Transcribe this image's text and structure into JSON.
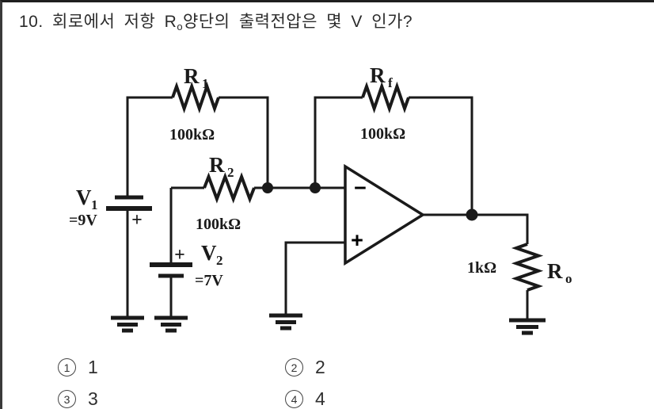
{
  "question": {
    "number": "10.",
    "title_part1": "회로에서 저항 R",
    "title_sub": "o",
    "title_part2": "양단의 출력전압은 몇 V 인가?"
  },
  "circuit": {
    "ink_color": "#1a1a1a",
    "r1": {
      "name": "R",
      "sub": "1",
      "value": "100kΩ"
    },
    "r2": {
      "name": "R",
      "sub": "2",
      "value": "100kΩ"
    },
    "rf": {
      "name": "R",
      "sub": "f",
      "value": "100kΩ"
    },
    "ro": {
      "name": "R",
      "sub": "o",
      "value": "1kΩ"
    },
    "v1": {
      "name": "V",
      "sub": "1",
      "value": "=9V",
      "polarity": "+"
    },
    "v2": {
      "name": "V",
      "sub": "2",
      "value": "=7V",
      "polarity": "+"
    },
    "opamp": {
      "minus_label": "−",
      "plus_label": "+"
    }
  },
  "options": [
    {
      "circle": "1",
      "label": "1"
    },
    {
      "circle": "2",
      "label": "2"
    },
    {
      "circle": "3",
      "label": "3"
    },
    {
      "circle": "4",
      "label": "4"
    }
  ]
}
